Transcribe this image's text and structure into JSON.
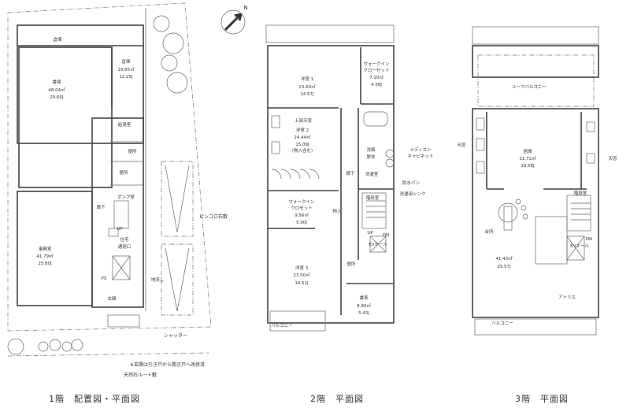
{
  "compass": {
    "label": "N"
  },
  "floor1": {
    "caption": "1階　配置図・平面図",
    "rooms": {
      "storage_top": "倉庫",
      "storage": {
        "name": "倉庫",
        "area": "19.85㎡",
        "tatami": "12.25J"
      },
      "library": {
        "name": "書庫",
        "area": "48.04㎡",
        "tatami": "29.65J"
      },
      "kitchenette": "給湯室",
      "toilet_a": "便所",
      "toilet_b": "便所",
      "pump_room": "ポンプ室",
      "corridor": "廊下",
      "up": "UP",
      "residence_entry": [
        "住宅",
        "通用口"
      ],
      "office": {
        "name": "事務室",
        "area": "41.79㎡",
        "tatami": "25.80J"
      },
      "ps": "PS",
      "floor_sink": "地流し",
      "entrance": "玄関"
    },
    "notes": {
      "paving": "ピンコロ石敷",
      "shutter": "シャッター",
      "entrance_note": "※玄関は引き戸から開き戸へ改修済",
      "stone": "天然石ルート敷"
    }
  },
  "floor2": {
    "caption": "2階　平面図",
    "rooms": {
      "bedroom1": {
        "name": "洋室 1",
        "area": "23.60㎡",
        "tatami": "14.57J"
      },
      "wic1": {
        "name": [
          "ウォークイン",
          "クローゼット"
        ],
        "area": "7.10㎡",
        "tatami": "4.38J"
      },
      "skylight": "上部天窓",
      "bedroom2": {
        "name": "洋室 2",
        "area": "24.44㎡",
        "tatami": "15.09J",
        "note": "（物入含む）"
      },
      "washroom": [
        "洗面",
        "脱衣"
      ],
      "medicine_cabinet": [
        "メディスン",
        "キャビネット"
      ],
      "corridor": "廊下",
      "laundry": "洗濯室",
      "waterproof_pan": "防水パン",
      "laundry_sink": "洗濯用シンク",
      "stairwell": "階段室",
      "wic2": {
        "name": [
          "ウォークイン",
          "クロゼット"
        ],
        "area": "9.56㎡",
        "tatami": "5.90J"
      },
      "closet": "物入",
      "up": "UP",
      "dn": "DN",
      "ev_hall": "EVホール",
      "bedroom3": {
        "name": "洋室 3",
        "area": "23.50㎡",
        "tatami": "14.51J"
      },
      "toilet": "便所",
      "study": {
        "name": "書斎",
        "area": "8.80㎡",
        "tatami": "5.43J"
      },
      "balcony": "バルコニー"
    }
  },
  "floor3": {
    "caption": "3階　平面図",
    "rooms": {
      "roof_balcony": "ルーフバルコニー",
      "skylight_left": "天窓",
      "skylight_right": "天窓",
      "living": {
        "name": "居間",
        "area": "31.72㎡",
        "tatami": "19.58J"
      },
      "stairwell": "階段室",
      "kitchen": "台所",
      "dn": "DN",
      "ev_hall": "EVホール",
      "ldk": {
        "area": "41.43㎡",
        "tatami": "25.57J"
      },
      "atelier": "アトリエ",
      "balcony": "バルコニー"
    }
  }
}
